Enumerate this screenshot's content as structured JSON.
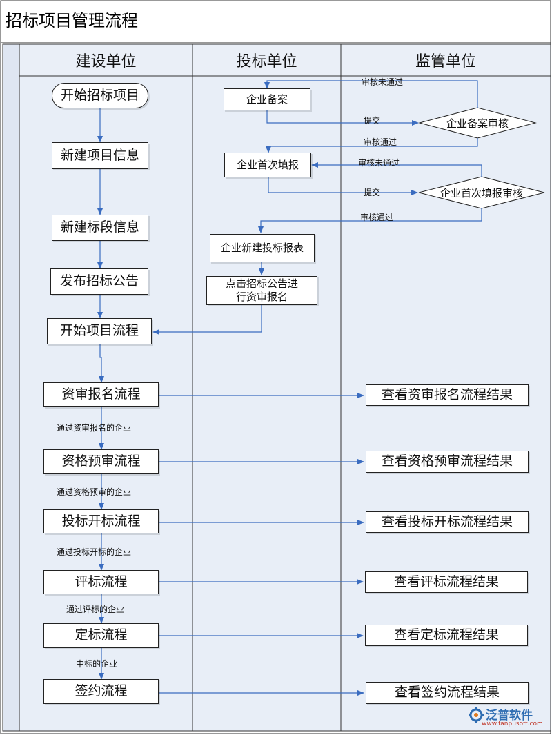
{
  "title": "招标项目管理流程",
  "colors": {
    "lane_fill": "#e8eef7",
    "header_fill": "#eaeff7",
    "line": "#3a6cc0",
    "border": "#333333"
  },
  "lanes": [
    "建设单位",
    "投标单位",
    "监管单位"
  ],
  "nodes": {
    "start": "开始招标项目",
    "new_project": "新建项目信息",
    "new_section": "新建标段信息",
    "publish": "发布招标公告",
    "start_flow": "开始项目流程",
    "qual_signup": "资审报名流程",
    "prequal": "资格预审流程",
    "bid_open": "投标开标流程",
    "evaluate": "评标流程",
    "award": "定标流程",
    "contract": "签约流程",
    "ent_record": "企业备案",
    "ent_first_fill": "企业首次填报",
    "ent_new_bid": "企业新建投标报表",
    "click_signup": "点击招标公告进行资审报名",
    "view_qual_signup": "查看资审报名流程结果",
    "view_prequal": "查看资格预审流程结果",
    "view_bid_open": "查看投标开标流程结果",
    "view_evaluate": "查看评标流程结果",
    "view_award": "查看定标流程结果",
    "view_contract": "查看签约流程结果",
    "review_record": "企业备案审核",
    "review_first_fill": "企业首次填报审核"
  },
  "edge_labels": {
    "fail1": "审核未通过",
    "submit1": "提交",
    "pass1": "审核通过",
    "fail2": "审核未通过",
    "submit2": "提交",
    "pass2": "审核通过",
    "e1": "通过资审报名的企业",
    "e2": "通过资格预审的企业",
    "e3": "通过投标开标的企业",
    "e4": "通过评标的企业",
    "e5": "中标的企业"
  },
  "watermark": {
    "name": "泛普软件",
    "url": "www.fanpusoft.com",
    "icon": "gear-logo-icon"
  }
}
